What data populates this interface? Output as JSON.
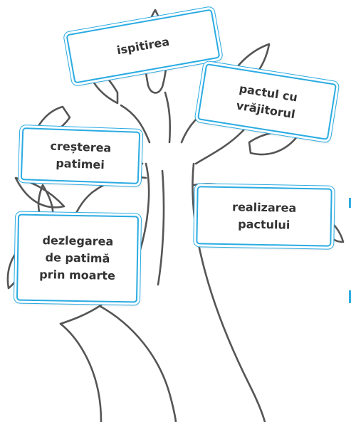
{
  "stages": [
    {
      "id": "ispitirea",
      "label": "ispitirea"
    },
    {
      "id": "pactul",
      "label": "pactul cu\nvrăjitorul"
    },
    {
      "id": "cresterea",
      "label": "creșterea\npatimei"
    },
    {
      "id": "realizarea",
      "label": "realizarea\npactului"
    },
    {
      "id": "dezlegarea",
      "label": "dezlegarea\nde patimă\nprin moarte"
    }
  ],
  "colors": {
    "accent": "#29abe2",
    "outline": "#555555",
    "text": "#333333"
  }
}
